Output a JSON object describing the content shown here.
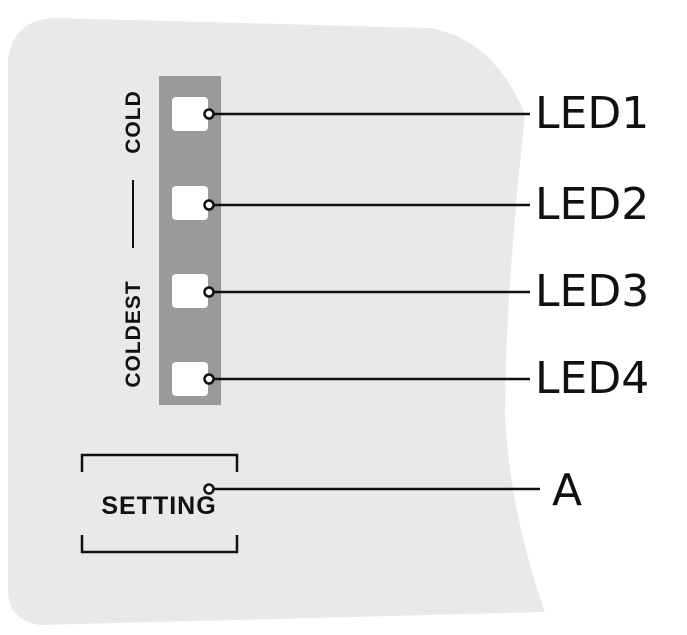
{
  "panel": {
    "label_cold": "COLD",
    "label_coldest": "COLDEST",
    "setting_button_label": "SETTING"
  },
  "callouts": {
    "led1": "LED1",
    "led2": "LED2",
    "led3": "LED3",
    "led4": "LED4",
    "a": "A"
  },
  "colors": {
    "panel_fill": "#e9e9e9",
    "led_strip": "#9a9a9a",
    "led": "#ffffff",
    "line": "#111111"
  }
}
